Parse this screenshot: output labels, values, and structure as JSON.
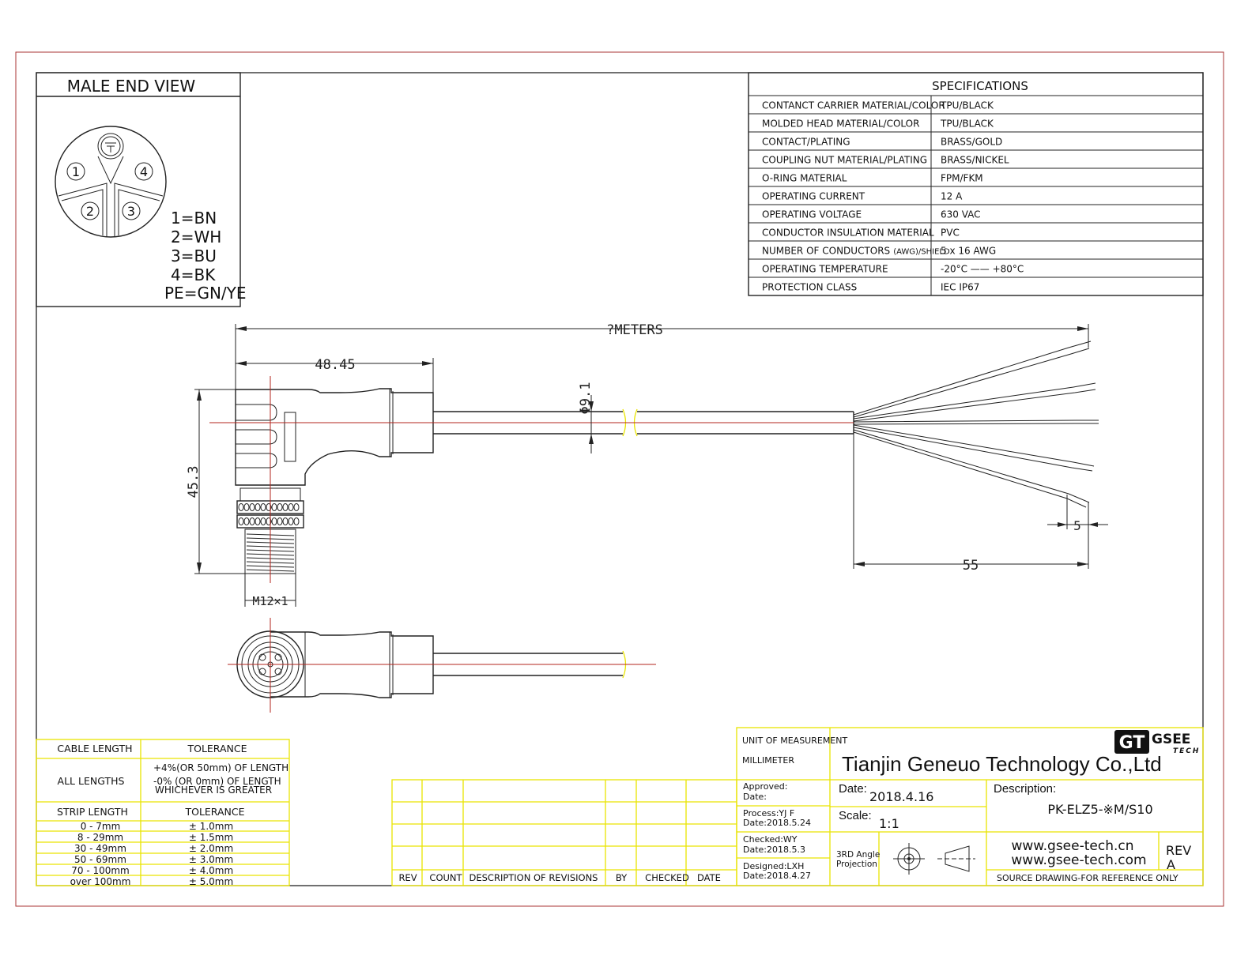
{
  "male_end_view": {
    "title": "MALE END VIEW",
    "pins": [
      "1",
      "2",
      "3",
      "4"
    ],
    "wiring": [
      "1=BN",
      "2=WH",
      "3=BU",
      "4=BK",
      "PE=GN/YE"
    ]
  },
  "specifications": {
    "title": "SPECIFICATIONS",
    "rows": [
      {
        "label": "CONTANCT CARRIER MATERIAL/COLOR",
        "value": "TPU/BLACK"
      },
      {
        "label": "MOLDED HEAD MATERIAL/COLOR",
        "value": "TPU/BLACK"
      },
      {
        "label": "CONTACT/PLATING",
        "value": "BRASS/GOLD"
      },
      {
        "label": "COUPLING NUT MATERIAL/PLATING",
        "value": "BRASS/NICKEL"
      },
      {
        "label": "O-RING MATERIAL",
        "value": "FPM/FKM"
      },
      {
        "label": "OPERATING CURRENT",
        "value": "12 A"
      },
      {
        "label": "OPERATING VOLTAGE",
        "value": "630 VAC"
      },
      {
        "label": "CONDUCTOR INSULATION MATERIAL",
        "value": "PVC"
      },
      {
        "label": "NUMBER OF CONDUCTORS",
        "label_suffix": "(AWG)/SHIELD",
        "value": "5 x 16 AWG"
      },
      {
        "label": "OPERATING TEMPERATURE",
        "value": "-20°C —— +80°C"
      },
      {
        "label": "PROTECTION CLASS",
        "value": "IEC  IP67"
      }
    ]
  },
  "dimensions": {
    "length": "?METERS",
    "head_length": "48.45",
    "cable_dia": "Φ9.1",
    "height": "45.3",
    "thread": "M12×1",
    "strip": "5",
    "wire_length": "55"
  },
  "tolerance": {
    "cable_length_header": "CABLE LENGTH",
    "tolerance_header": "TOLERANCE",
    "all_lengths": "ALL LENGTHS",
    "all_lengths_tol": [
      "+4%(OR 50mm) OF LENGTH",
      "-0%  (OR 0mm)   OF LENGTH",
      "WHICHEVER  IS  GREATER"
    ],
    "strip_length_header": "STRIP LENGTH",
    "strip_tolerance_header": "TOLERANCE",
    "rows": [
      {
        "range": "0 - 7mm",
        "tol": "± 1.0mm"
      },
      {
        "range": "8 - 29mm",
        "tol": "± 1.5mm"
      },
      {
        "range": "30 - 49mm",
        "tol": "± 2.0mm"
      },
      {
        "range": "50 - 69mm",
        "tol": "± 3.0mm"
      },
      {
        "range": "70 - 100mm",
        "tol": "± 4.0mm"
      },
      {
        "range": "over 100mm",
        "tol": "± 5.0mm"
      }
    ]
  },
  "revisions": {
    "headers": [
      "REV",
      "COUNT",
      "DESCRIPTION  OF  REVISIONS",
      "BY",
      "CHECKED",
      "DATE"
    ]
  },
  "title_block": {
    "unit_label": "UNIT OF MEASUREMENT",
    "unit_value": "MILLIMETER",
    "company": "Tianjin Geneuo Technology Co.,Ltd",
    "logo_mark": "GT",
    "logo_name": "GSEE",
    "logo_sub": "TECH",
    "approved": "Approved:",
    "approved_date": "Date:",
    "date_label": "Date:",
    "date_value": "2018.4.16",
    "description_label": "Description:",
    "description_value": "PK-ELZ5-※M/S10",
    "process": "Process:YJ F",
    "process_date": "Date:2018.5.24",
    "scale_label": "Scale:",
    "scale_value": "1:1",
    "checked": "Checked:WY",
    "checked_date": "Date:2018.5.3",
    "projection_1": "3RD Angle",
    "projection_2": "Projection",
    "website_1": "www.gsee-tech.cn",
    "website_2": "www.gsee-tech.com",
    "rev_label": "REV",
    "rev_value": "A",
    "designed": "Designed:LXH",
    "designed_date": "Date:2018.4.27",
    "source_note": "SOURCE DRAWING-FOR REFERENCE ONLY"
  }
}
